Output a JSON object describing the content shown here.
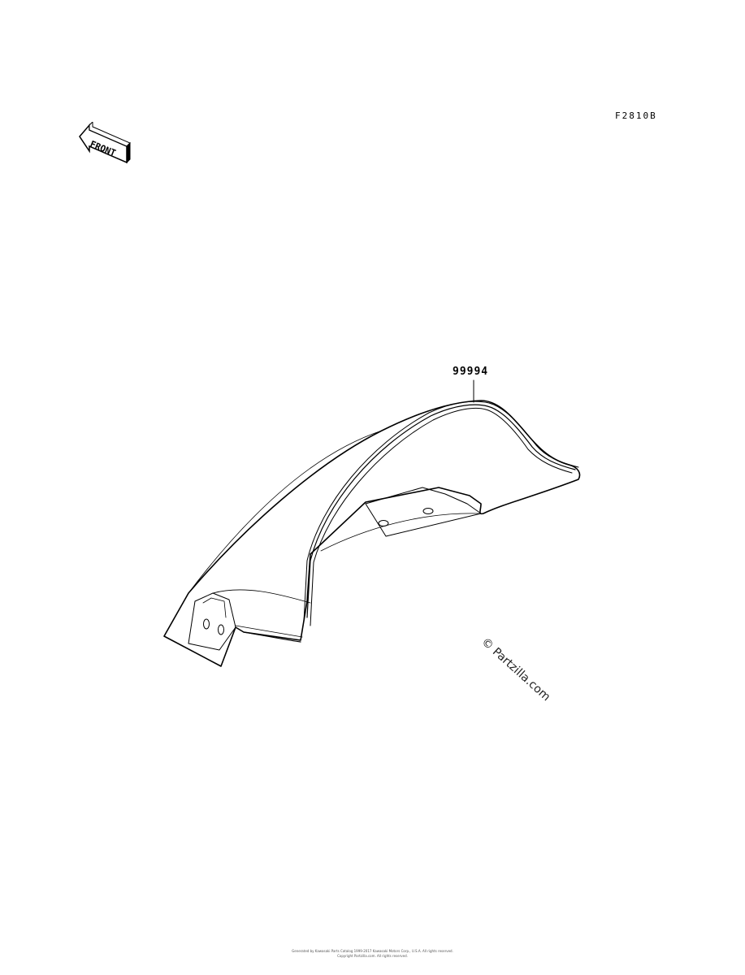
{
  "header": {
    "drawing_code": "F2810B"
  },
  "front_indicator": {
    "label": "FRONT",
    "icon": "front-arrow-icon"
  },
  "parts": [
    {
      "ref": "99994"
    }
  ],
  "watermark": {
    "text": "© Partzilla.com"
  },
  "footer": {
    "line1": "Generated by Kawasaki Parts Catalog 1999-2017 Kawasaki Motors Corp., U.S.A. All rights reserved.",
    "line2": "Copyright Partzilla.com. All rights reserved."
  },
  "colors": {
    "line": "#000000",
    "background": "#ffffff"
  }
}
